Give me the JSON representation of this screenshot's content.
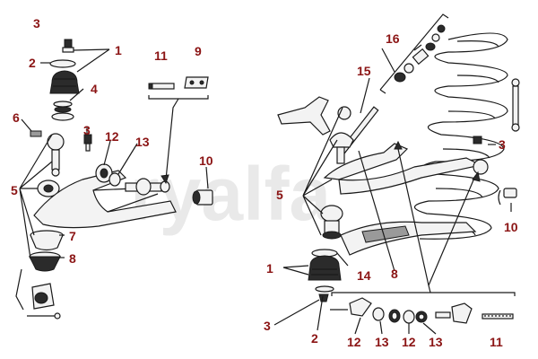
{
  "watermark": "ryalfa",
  "callouts": {
    "left": {
      "c1": "1",
      "c2": "2",
      "c3": "3",
      "c4": "4",
      "c5": "5",
      "c6": "6",
      "c7": "7",
      "c8": "8",
      "c9": "9",
      "c10": "10",
      "c11": "11",
      "c12": "12",
      "c13": "13",
      "c3b": "3"
    },
    "right": {
      "c1": "1",
      "c2": "2",
      "c3": "3",
      "c3b": "3",
      "c5": "5",
      "c8": "8",
      "c10": "10",
      "c11": "11",
      "c12a": "12",
      "c12b": "12",
      "c13a": "13",
      "c13b": "13",
      "c14": "14",
      "c15": "15",
      "c16": "16"
    }
  },
  "colors": {
    "callout": "#8b1414",
    "ink": "#1a1a1a",
    "watermark": "#e9e9e9"
  }
}
